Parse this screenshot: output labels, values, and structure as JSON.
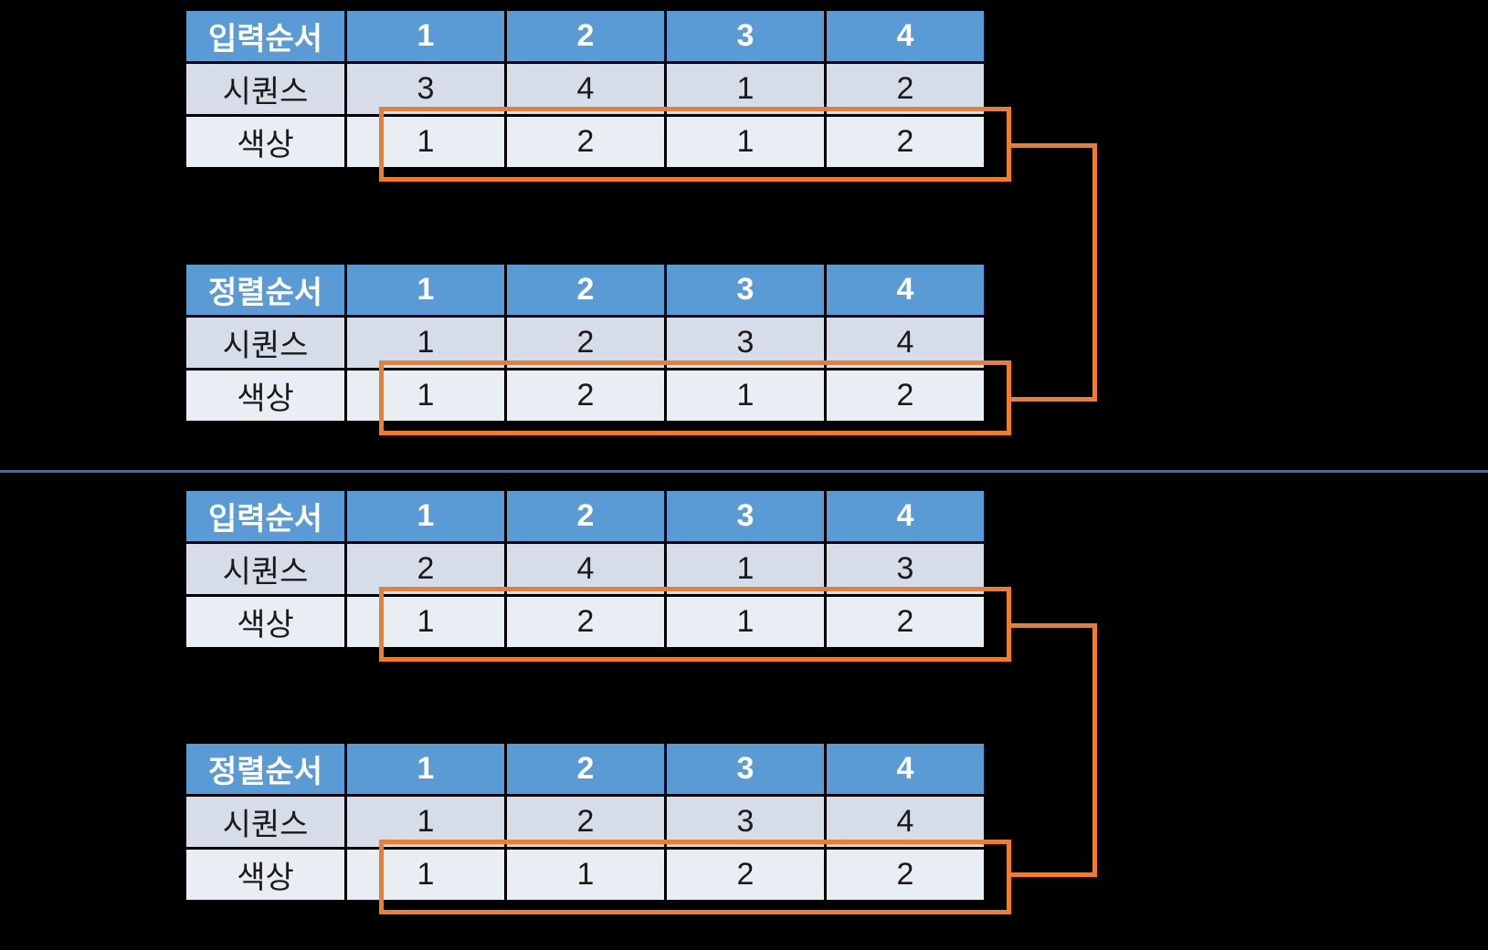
{
  "meta": {
    "background_color": "#000000",
    "header_color": "#5B9BD5",
    "row_alt_color": "#D6DCE8",
    "row_color": "#E9EDF4",
    "highlight_color": "#ED7D31",
    "divider_color": "#2E75B6",
    "error_color": "#FF0000"
  },
  "labels": {
    "input_order": "입력순서",
    "sorted_order": "정렬순서",
    "sequence": "시퀀스",
    "color": "색상"
  },
  "columns": [
    "1",
    "2",
    "3",
    "4"
  ],
  "sections": [
    {
      "name": "stable-sort-example",
      "tables": [
        {
          "name": "input-table-1",
          "header": "입력순서",
          "rows": [
            {
              "label": "시퀀스",
              "values": [
                "3",
                "4",
                "1",
                "2"
              ],
              "red": [
                false,
                false,
                false,
                false
              ]
            },
            {
              "label": "색상",
              "values": [
                "1",
                "2",
                "1",
                "2"
              ],
              "red": [
                false,
                false,
                false,
                false
              ]
            }
          ]
        },
        {
          "name": "sorted-table-1",
          "header": "정렬순서",
          "rows": [
            {
              "label": "시퀀스",
              "values": [
                "1",
                "2",
                "3",
                "4"
              ],
              "red": [
                false,
                false,
                false,
                false
              ]
            },
            {
              "label": "색상",
              "values": [
                "1",
                "2",
                "1",
                "2"
              ],
              "red": [
                false,
                false,
                false,
                false
              ]
            }
          ]
        }
      ]
    },
    {
      "name": "unstable-sort-example",
      "tables": [
        {
          "name": "input-table-2",
          "header": "입력순서",
          "rows": [
            {
              "label": "시퀀스",
              "values": [
                "2",
                "4",
                "1",
                "3"
              ],
              "red": [
                false,
                false,
                false,
                false
              ]
            },
            {
              "label": "색상",
              "values": [
                "1",
                "2",
                "1",
                "2"
              ],
              "red": [
                false,
                true,
                true,
                false
              ]
            }
          ]
        },
        {
          "name": "sorted-table-2",
          "header": "정렬순서",
          "rows": [
            {
              "label": "시퀀스",
              "values": [
                "1",
                "2",
                "3",
                "4"
              ],
              "red": [
                false,
                false,
                false,
                false
              ]
            },
            {
              "label": "색상",
              "values": [
                "1",
                "1",
                "2",
                "2"
              ],
              "red": [
                false,
                true,
                true,
                false
              ]
            }
          ]
        }
      ]
    }
  ]
}
